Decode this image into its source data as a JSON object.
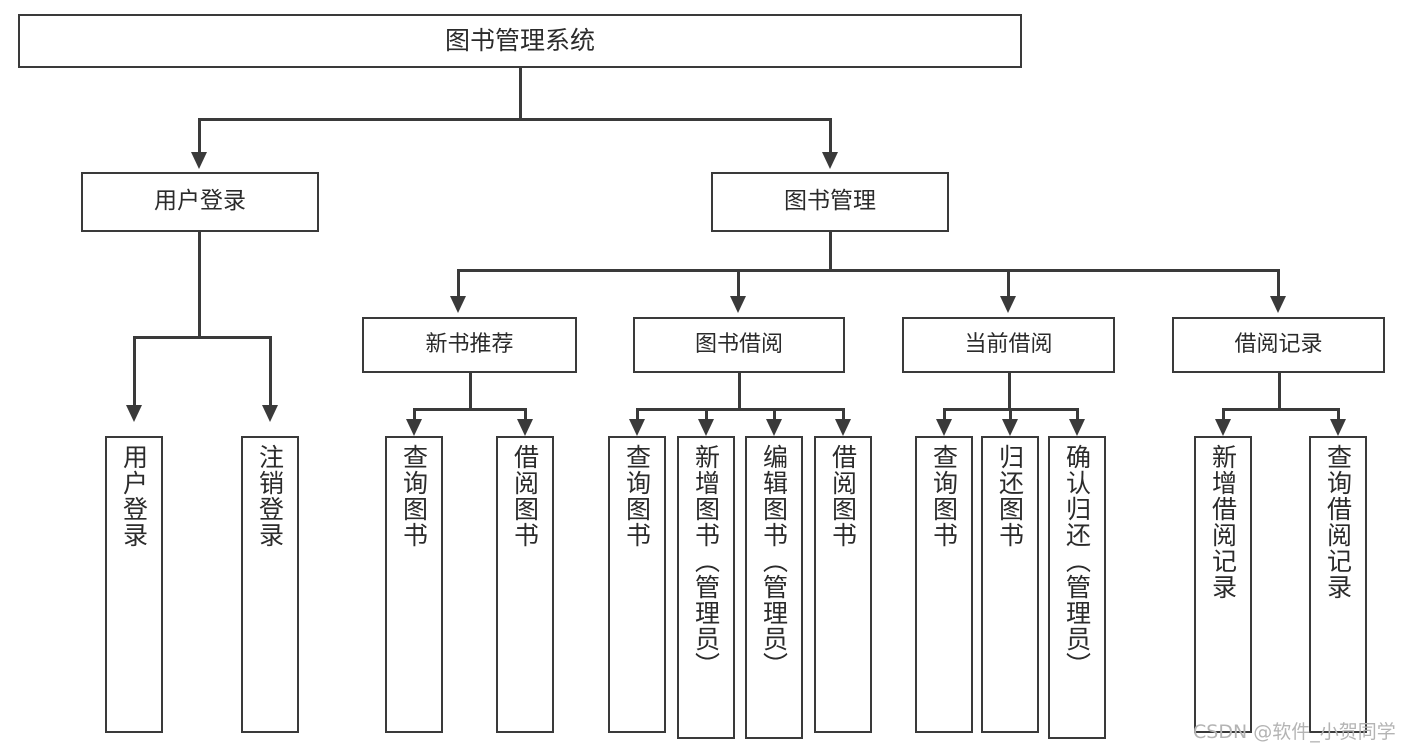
{
  "diagram": {
    "type": "tree",
    "title": "图书管理系统",
    "orientation": "top-down",
    "colors": {
      "box_border": "#3a3a3a",
      "box_fill": "#ffffff",
      "text": "#2b2b2b",
      "connector": "#3a3a3a",
      "watermark": "#b4b4b4",
      "background": "#ffffff"
    },
    "root": {
      "label": "图书管理系统"
    },
    "level1": [
      {
        "label": "用户登录"
      },
      {
        "label": "图书管理"
      }
    ],
    "level2": [
      {
        "label": "新书推荐"
      },
      {
        "label": "图书借阅"
      },
      {
        "label": "当前借阅"
      },
      {
        "label": "借阅记录"
      }
    ],
    "leaves": {
      "user_login": [
        {
          "label": "用户登录"
        },
        {
          "label": "注销登录"
        }
      ],
      "new_book_recommend": [
        {
          "label": "查询图书"
        },
        {
          "label": "借阅图书"
        }
      ],
      "book_borrow": [
        {
          "label": "查询图书"
        },
        {
          "label": "新增图书（管理员）"
        },
        {
          "label": "编辑图书（管理员）"
        },
        {
          "label": "借阅图书"
        }
      ],
      "current_borrow": [
        {
          "label": "查询图书"
        },
        {
          "label": "归还图书"
        },
        {
          "label": "确认归还（管理员）"
        }
      ],
      "borrow_record": [
        {
          "label": "新增借阅记录"
        },
        {
          "label": "查询借阅记录"
        }
      ]
    }
  },
  "watermark": {
    "text": "CSDN @软件_小贺同学"
  }
}
